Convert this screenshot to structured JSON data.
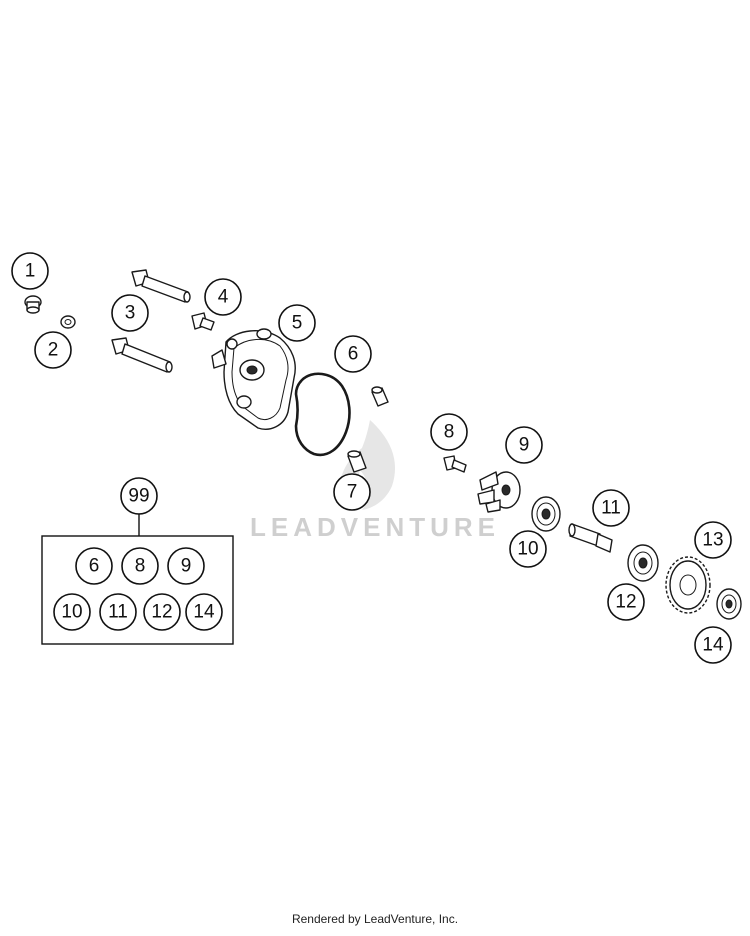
{
  "callouts": [
    {
      "id": "1",
      "label": "1"
    },
    {
      "id": "2",
      "label": "2"
    },
    {
      "id": "3",
      "label": "3"
    },
    {
      "id": "4",
      "label": "4"
    },
    {
      "id": "5",
      "label": "5"
    },
    {
      "id": "6",
      "label": "6"
    },
    {
      "id": "7",
      "label": "7"
    },
    {
      "id": "8",
      "label": "8"
    },
    {
      "id": "9",
      "label": "9"
    },
    {
      "id": "10",
      "label": "10"
    },
    {
      "id": "11",
      "label": "11"
    },
    {
      "id": "12",
      "label": "12"
    },
    {
      "id": "13",
      "label": "13"
    },
    {
      "id": "14",
      "label": "14"
    }
  ],
  "kit": {
    "label": "99",
    "items": [
      "6",
      "8",
      "9",
      "10",
      "11",
      "12",
      "14"
    ]
  },
  "watermark": "LEADVENTURE",
  "footer": "Rendered by LeadVenture, Inc."
}
